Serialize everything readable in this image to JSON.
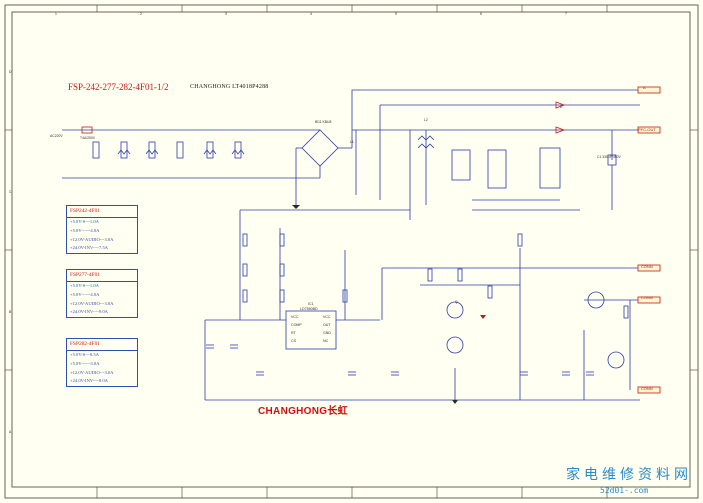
{
  "title": {
    "part_number": "FSP-242-277-282-4F01-1/2",
    "model": "CHANGHONG LT4018P4288"
  },
  "specs": [
    {
      "header": "FSP242-4F01",
      "lines": [
        "+5.0V-S---1.0A",
        "+5.0V------4.0A",
        "+12.0V-AUDIO---3.0A",
        "+24.0V-INV----7.5A"
      ]
    },
    {
      "header": "FSP277-4F01",
      "lines": [
        "+5.0V-S---1.0A",
        "+5.0V------4.0A",
        "+12.0V-AUDIO---3.0A",
        "+24.0V-INV----9.0A"
      ]
    },
    {
      "header": "FSP282-4F01",
      "lines": [
        "+5.0V-S---0.5A",
        "+5.0V------3.0A",
        "+12.0V-AUDIO---3.0A",
        "+24.0V-INV----8.0A"
      ]
    }
  ],
  "brand": {
    "latin": "CHANGHONG",
    "chinese": "长虹"
  },
  "watermark": {
    "text": "家电维修资料网",
    "url": "52d01-.com"
  },
  "output_connectors": [
    "A",
    "PFC-OUT",
    "CONN",
    "CONN",
    "CONN"
  ],
  "grid": {
    "columns": [
      "1",
      "2",
      "3",
      "4",
      "5",
      "6",
      "7"
    ],
    "rows": [
      "D",
      "C",
      "B",
      "A"
    ]
  },
  "component_labels": {
    "input": "AC220V",
    "fuse": "T4A/250V",
    "bridge": "BD1 KBU8",
    "ic_name": "IC1",
    "ic_part": "LD7550BD",
    "ic_pins_left": [
      "VCC",
      "COMP",
      "RT",
      "CS"
    ],
    "ic_pins_right": [
      "VCC",
      "OUT",
      "GND",
      "NC"
    ],
    "inductor": "L1",
    "transformer": "L2",
    "cap_main": "C1 330uF/450V",
    "diode_d": "D",
    "transistor": "Q"
  },
  "colors": {
    "wire": "#2c3caa",
    "border": "#4a3c2a",
    "accent_red": "#c81818",
    "watermark": "#2a8ac8"
  }
}
